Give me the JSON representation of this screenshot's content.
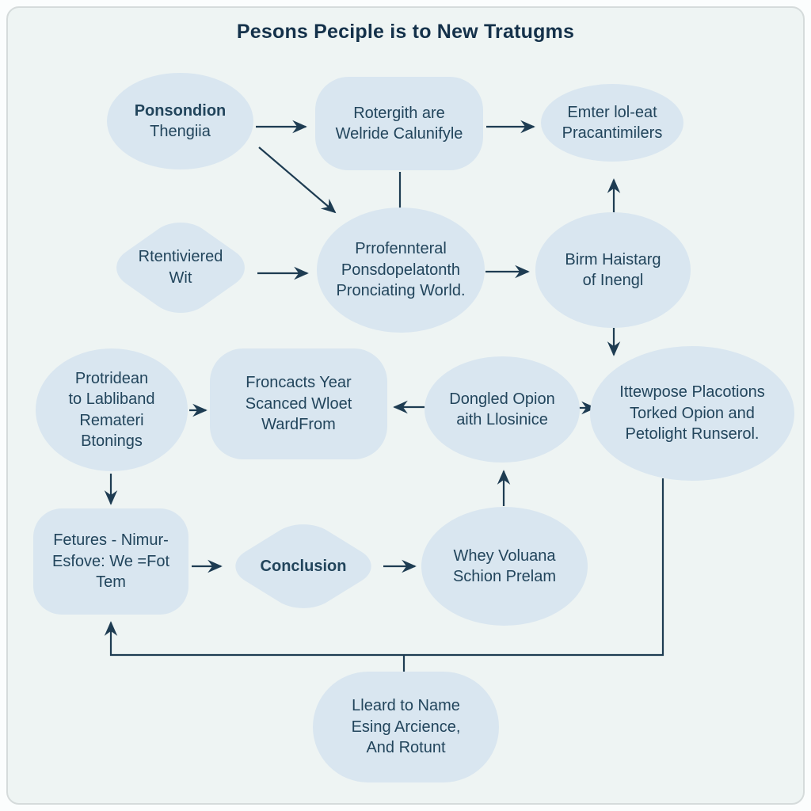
{
  "title": "Pesons Peciple is to New Tratugms",
  "colors": {
    "background": "#eef4f3",
    "frame_border": "#d5dbdb",
    "node_fill": "#d9e6f0",
    "node_text": "#22455c",
    "title_text": "#14314a",
    "arrow": "#1e3c52"
  },
  "nodes": [
    {
      "id": "ponsondion",
      "shape": "ellipse",
      "lines": [
        "Ponsondion",
        "Thengiia"
      ]
    },
    {
      "id": "rotergith",
      "shape": "rounded-rect",
      "lines": [
        "Rotergith are",
        "Welride Calunifyle"
      ]
    },
    {
      "id": "emter",
      "shape": "ellipse",
      "lines": [
        "Emter lol-eat",
        "Pracantimilers"
      ]
    },
    {
      "id": "rtentiviered",
      "shape": "diamond",
      "lines": [
        "Rtentiviered",
        "Wit"
      ]
    },
    {
      "id": "prrofennteral",
      "shape": "ellipse",
      "lines": [
        "Prrofennteral",
        "Ponsdopelatonth",
        "Pronciating World."
      ]
    },
    {
      "id": "birm",
      "shape": "ellipse",
      "lines": [
        "Birm Haistarg",
        "of Inengl"
      ]
    },
    {
      "id": "protridean",
      "shape": "ellipse",
      "lines": [
        "Protridean",
        "to Labliband",
        "Remateri",
        "Btonings"
      ]
    },
    {
      "id": "froncacts",
      "shape": "rounded-rect",
      "lines": [
        "Froncacts Year",
        "Scanced Wloet",
        "WardFrom"
      ]
    },
    {
      "id": "dongled",
      "shape": "ellipse",
      "lines": [
        "Dongled Opion",
        "aith Llosinice"
      ]
    },
    {
      "id": "ittewpose",
      "shape": "ellipse",
      "lines": [
        "Ittewpose Placotions",
        "Torked Opion and",
        "Petolight Runserol."
      ]
    },
    {
      "id": "fetures",
      "shape": "rounded-rect",
      "lines": [
        "Fetures - Nimur-",
        "Esfove: We =Fot",
        "Tem"
      ]
    },
    {
      "id": "conclusion",
      "shape": "diamond",
      "lines": [
        "Conclusion"
      ]
    },
    {
      "id": "whey",
      "shape": "ellipse",
      "lines": [
        "Whey Voluana",
        "Schion Prelam"
      ]
    },
    {
      "id": "lleard",
      "shape": "blob",
      "lines": [
        "Lleard to Name",
        "Esing Arcience,",
        "And Rotunt"
      ]
    }
  ],
  "connections": [
    {
      "from": "ponsondion",
      "to": "rotergith",
      "arrow": true
    },
    {
      "from": "ponsondion",
      "to": "prrofennteral",
      "arrow": true
    },
    {
      "from": "rotergith",
      "to": "emter",
      "arrow": true
    },
    {
      "from": "rotergith",
      "to": "prrofennteral",
      "arrow": false
    },
    {
      "from": "rtentiviered",
      "to": "prrofennteral",
      "arrow": true
    },
    {
      "from": "prrofennteral",
      "to": "birm",
      "arrow": true
    },
    {
      "from": "birm",
      "to": "emter",
      "arrow": true
    },
    {
      "from": "birm",
      "to": "ittewpose",
      "arrow": true
    },
    {
      "from": "protridean",
      "to": "froncacts",
      "arrow": true
    },
    {
      "from": "dongled",
      "to": "froncacts",
      "arrow": true
    },
    {
      "from": "dongled",
      "to": "ittewpose",
      "arrow": true
    },
    {
      "from": "whey",
      "to": "dongled",
      "arrow": true
    },
    {
      "from": "protridean",
      "to": "fetures",
      "arrow": true
    },
    {
      "from": "fetures",
      "to": "conclusion",
      "arrow": true
    },
    {
      "from": "conclusion",
      "to": "whey",
      "arrow": true
    },
    {
      "from": "ittewpose",
      "to": "fetures",
      "arrow": true,
      "route": "down-left-up feedback loop"
    },
    {
      "from": "ittewpose-feedback-line",
      "to": "lleard",
      "arrow": false
    }
  ]
}
